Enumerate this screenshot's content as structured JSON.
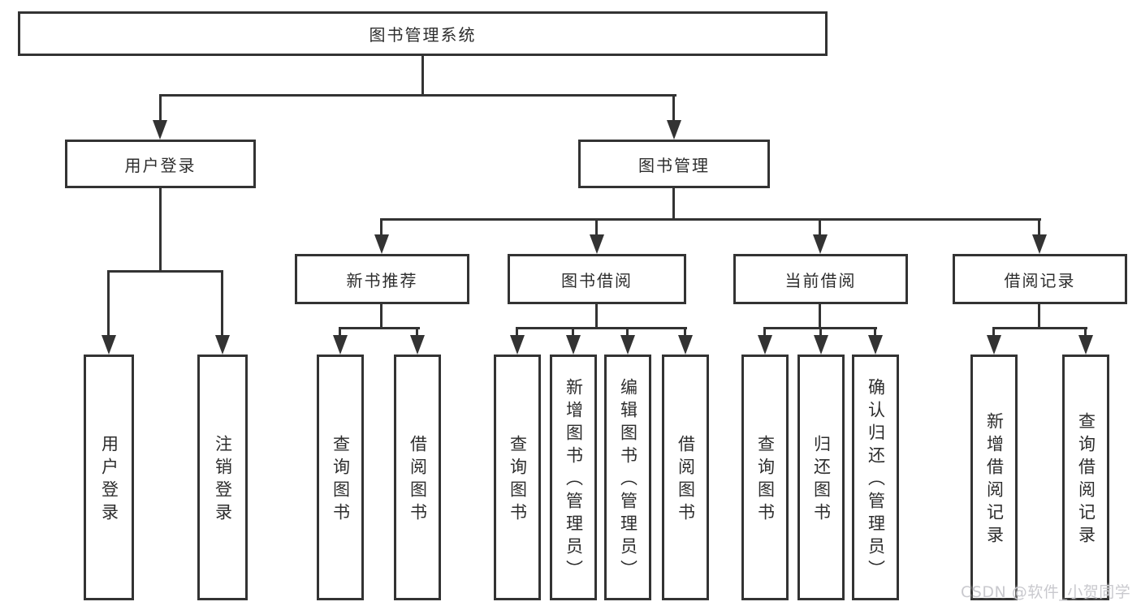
{
  "diagram": {
    "root": "图书管理系统",
    "level2": {
      "user_login": "用户登录",
      "book_mgmt": "图书管理"
    },
    "level3": {
      "new_books": "新书推荐",
      "book_borrow": "图书借阅",
      "current_borrow": "当前借阅",
      "borrow_records": "借阅记录"
    },
    "leaves": {
      "user_login": [
        "用户登录",
        "注销登录"
      ],
      "new_books": [
        "查询图书",
        "借阅图书"
      ],
      "book_borrow": [
        "查询图书",
        "新增图书（管理员）",
        "编辑图书（管理员）",
        "借阅图书"
      ],
      "current_borrow": [
        "查询图书",
        "归还图书",
        "确认归还（管理员）"
      ],
      "borrow_records": [
        "新增借阅记录",
        "查询借阅记录"
      ]
    }
  },
  "watermark": "CSDN @软件_小贺同学",
  "colors": {
    "line": "#333333",
    "box_fill": "#ffffff",
    "text": "#2d2d2d",
    "background": "#ffffff",
    "watermark": "#c9c9ce"
  }
}
